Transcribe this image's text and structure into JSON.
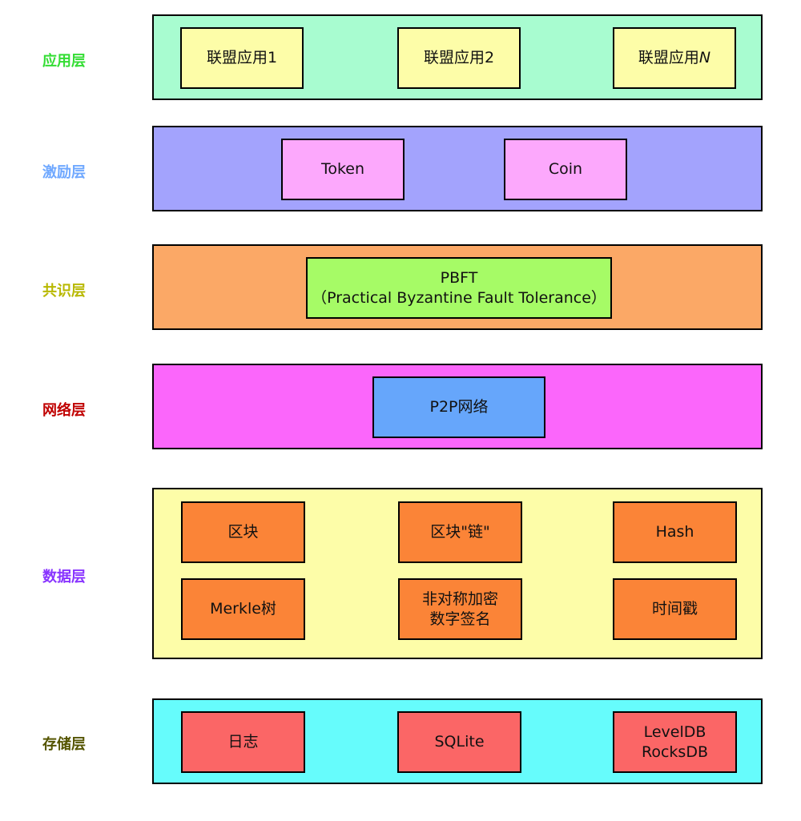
{
  "layers": {
    "app": {
      "label": "应用层",
      "items": [
        {
          "text": "联盟应用1"
        },
        {
          "text": "联盟应用2"
        },
        {
          "text": "联盟应用",
          "suffix": "N"
        }
      ]
    },
    "incentive": {
      "label": "激励层",
      "items": [
        {
          "text": "Token"
        },
        {
          "text": "Coin"
        }
      ]
    },
    "consensus": {
      "label": "共识层",
      "items": [
        {
          "line1": "PBFT",
          "line2": "（Practical Byzantine Fault Tolerance）"
        }
      ]
    },
    "network": {
      "label": "网络层",
      "items": [
        {
          "text": "P2P网络"
        }
      ]
    },
    "data": {
      "label": "数据层",
      "items": [
        {
          "text": "区块"
        },
        {
          "text": "区块\"链\""
        },
        {
          "text": "Hash"
        },
        {
          "text": "Merkle树"
        },
        {
          "line1": "非对称加密",
          "line2": "数字签名"
        },
        {
          "text": "时间戳"
        }
      ]
    },
    "storage": {
      "label": "存储层",
      "items": [
        {
          "text": "日志"
        },
        {
          "text": "SQLite"
        },
        {
          "line1": "LevelDB",
          "line2": "RocksDB"
        }
      ]
    }
  },
  "colors": {
    "app_label": "#33dd33",
    "app_band": "#a8fcd0",
    "app_box": "#fdfda8",
    "incentive_label": "#6fa8ff",
    "incentive_band": "#a3a3fd",
    "incentive_box": "#fca8fc",
    "consensus_label": "#b8b800",
    "consensus_band": "#fba866",
    "consensus_box": "#a6fb66",
    "network_label": "#c00000",
    "network_band": "#fb66fb",
    "network_box": "#66a6fb",
    "data_label": "#8833ff",
    "data_band": "#fdfda8",
    "data_box": "#fb8437",
    "storage_label": "#555500",
    "storage_band": "#66fcfc",
    "storage_box": "#fb6666"
  }
}
